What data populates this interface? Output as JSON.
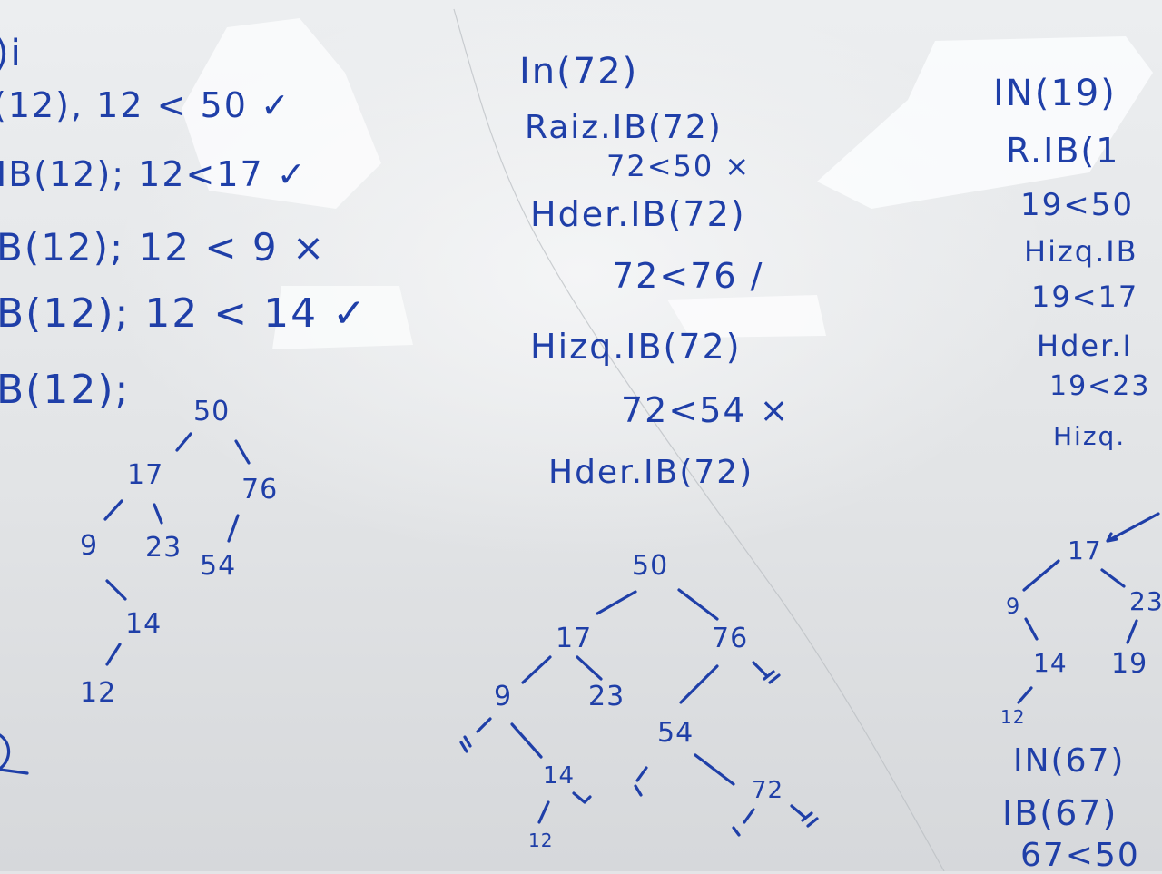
{
  "left_column": {
    "lines": [
      ")i",
      "(12), 12 < 50 ✓",
      "IB(12); 12<17 ✓",
      "B(12); 12 < 9 ×",
      "B(12); 12 < 14 ✓",
      "B(12);"
    ],
    "tree": {
      "nodes": [
        "50",
        "17",
        "76",
        "9",
        "23",
        "54",
        "14",
        "12"
      ]
    }
  },
  "middle_column": {
    "lines": [
      "In(72)",
      "Raiz.IB(72)",
      "72<50 ×",
      "Hder.IB(72)",
      "72<76 /",
      "Hizq.IB(72)",
      "72<54 ×",
      "Hder.IB(72)"
    ],
    "tree": {
      "nodes": [
        "50",
        "17",
        "76",
        "9",
        "23",
        "54",
        "14",
        "72",
        "12"
      ],
      "null_marks": [
        "=",
        "=",
        "=",
        "=",
        "=",
        "="
      ]
    }
  },
  "right_column": {
    "lines": [
      "IN(19)",
      "R.IB(1",
      "19<50",
      "Hizq.IB",
      "19<17",
      "Hder.I",
      "19<23",
      "Hizq.",
      "IN(67)",
      "IB(67)",
      "67<50"
    ],
    "tree": {
      "nodes": [
        "17",
        "9",
        "23",
        "14",
        "19",
        "12"
      ]
    }
  }
}
